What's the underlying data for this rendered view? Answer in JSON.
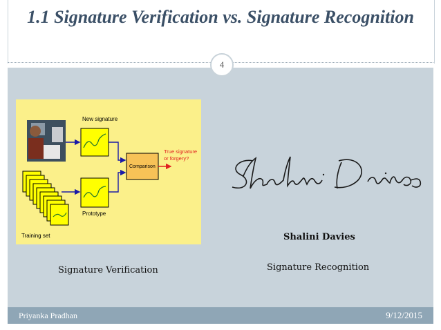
{
  "slide": {
    "title": "1.1 Signature Verification vs. Signature Recognition",
    "number": "4"
  },
  "diagram": {
    "new_signature_label": "New signature",
    "comparison_label": "Comparison",
    "result_line1": "True signature",
    "result_line2": "or forgery?",
    "prototype_label": "Prototype",
    "training_set_label": "Training set",
    "colors": {
      "background": "#fbf08a",
      "box": "#ffff00",
      "comparison_box": "#f7c257",
      "arrow": "#1a1aa8",
      "result_text": "#e02020"
    }
  },
  "signature_image": {
    "depicted_name": "Shalini Davies"
  },
  "labels": {
    "signature_name": "Shalini Davies",
    "left_caption": "Signature Verification",
    "right_caption": "Signature Recognition"
  },
  "footer": {
    "author": "Priyanka Pradhan",
    "date": "9/12/2015"
  }
}
